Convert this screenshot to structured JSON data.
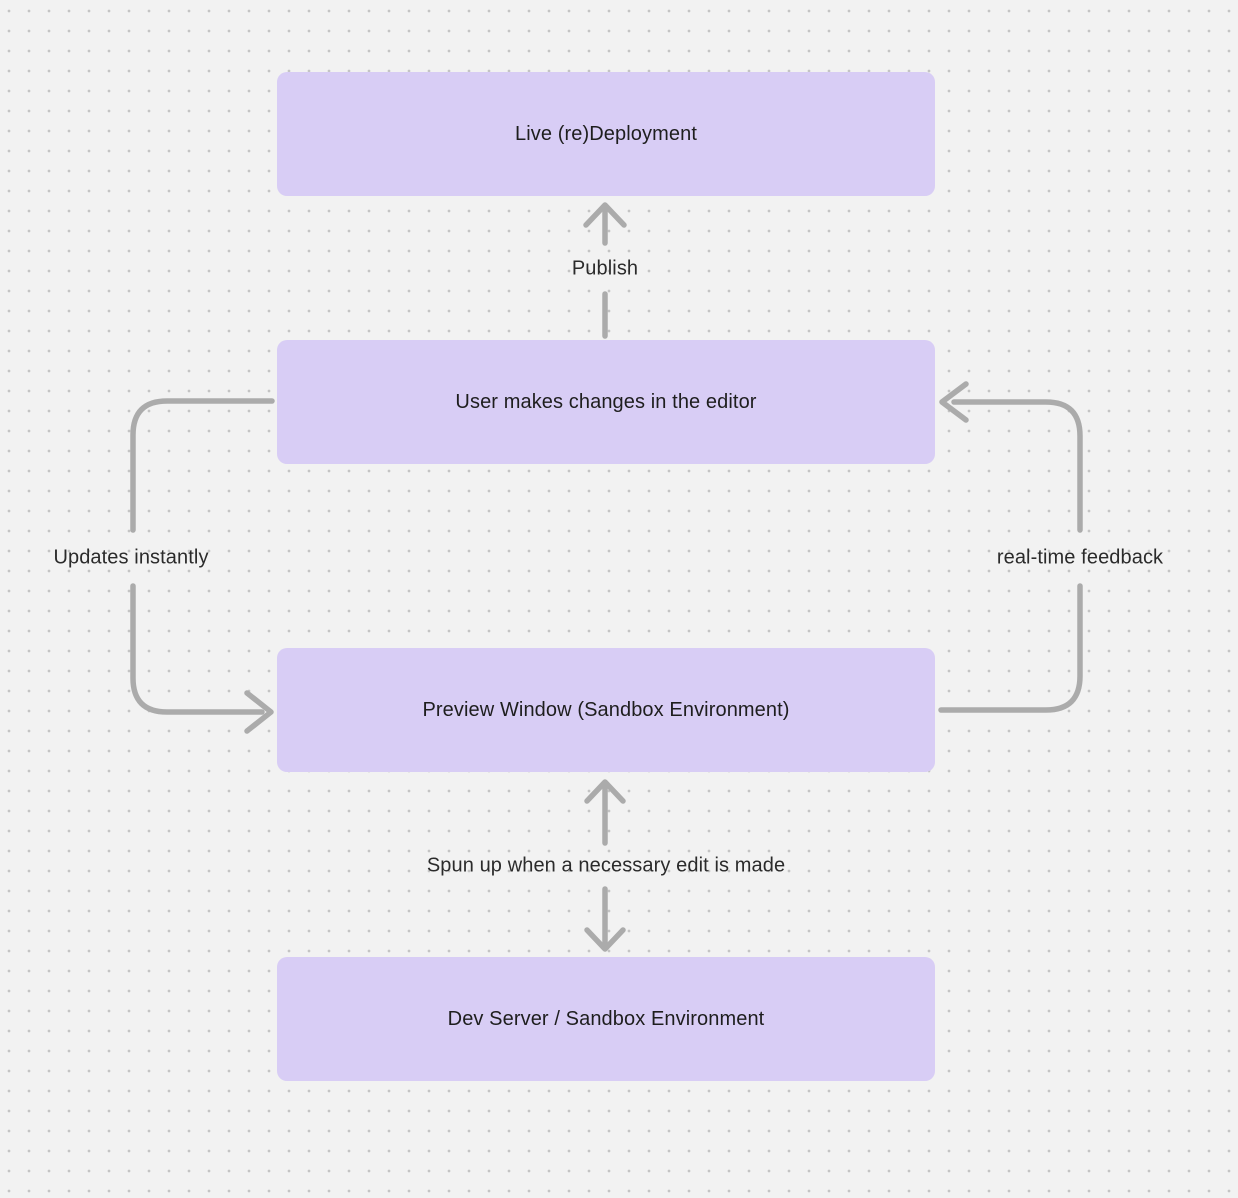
{
  "colors": {
    "background": "#F2F2F2",
    "grid_dot": "#C4C4C4",
    "node_fill": "#D8CDF5",
    "node_text": "#1E1E1E",
    "edge_line": "#ABABAB",
    "edge_label_text": "#2B2B2B"
  },
  "diagram": {
    "nodes": [
      {
        "id": "live-redeployment",
        "label": "Live (re)Deployment"
      },
      {
        "id": "user-editor",
        "label": "User makes changes in the editor"
      },
      {
        "id": "preview-window",
        "label": "Preview Window (Sandbox Environment)"
      },
      {
        "id": "dev-server",
        "label": "Dev Server / Sandbox Environment"
      }
    ],
    "edges": [
      {
        "id": "publish",
        "label": "Publish",
        "from": "user-editor",
        "to": "live-redeployment",
        "direction": "up"
      },
      {
        "id": "updates-instantly",
        "label": "Updates instantly",
        "from": "user-editor",
        "to": "preview-window",
        "direction": "down-left-side"
      },
      {
        "id": "real-time-feedback",
        "label": "real-time feedback",
        "from": "preview-window",
        "to": "user-editor",
        "direction": "up-right-side"
      },
      {
        "id": "spun-up",
        "label": "Spun up when a necessary edit is made",
        "from": "preview-window",
        "to": "dev-server",
        "direction": "bidirectional"
      }
    ]
  }
}
